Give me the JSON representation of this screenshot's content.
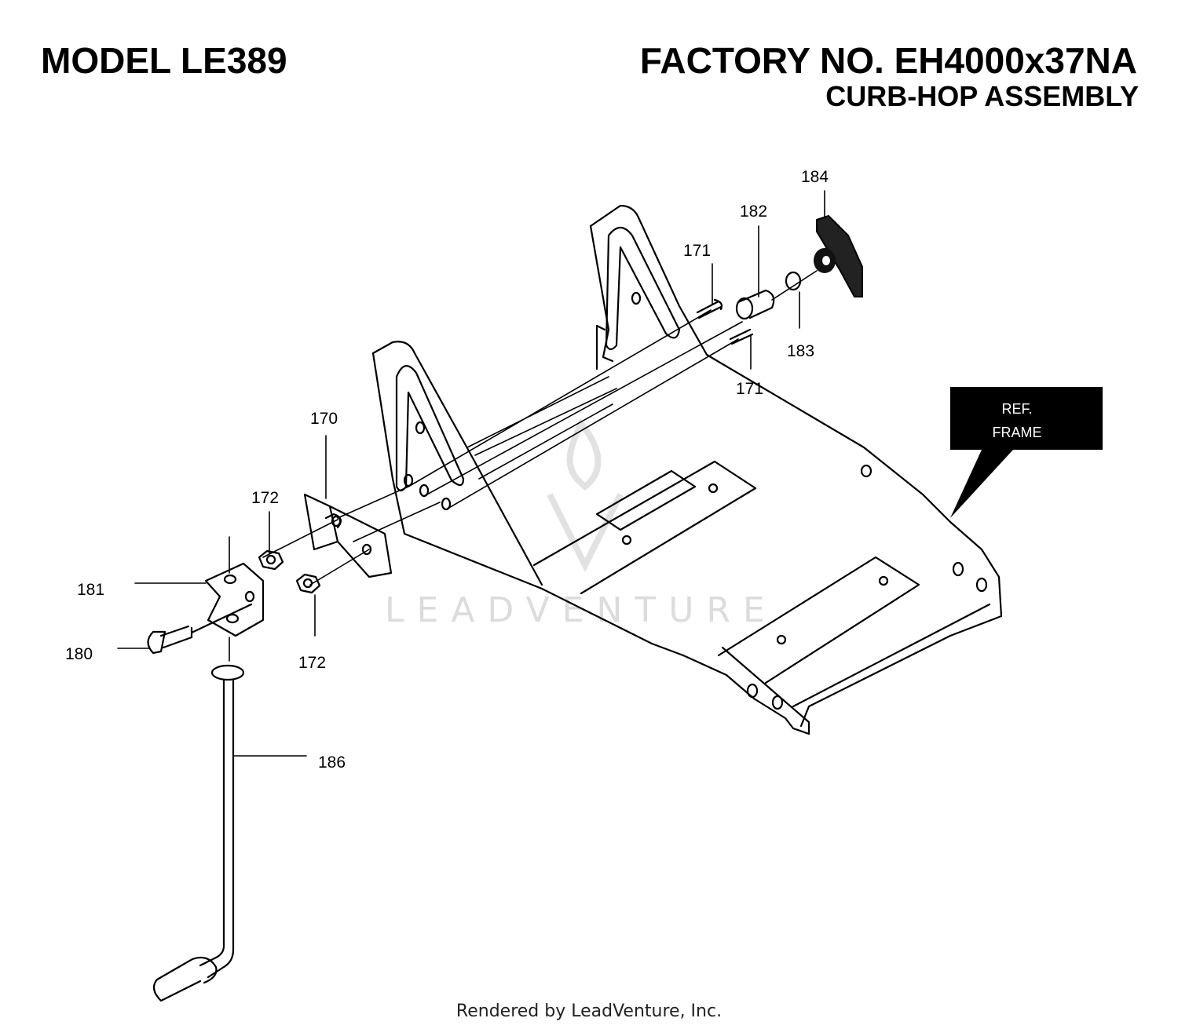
{
  "header": {
    "model": "MODEL LE389",
    "factory": "FACTORY NO. EH4000x37NA",
    "assembly": "CURB-HOP ASSEMBLY"
  },
  "callouts": {
    "c184": "184",
    "c182": "182",
    "c171a": "171",
    "c183": "183",
    "c171b": "171",
    "c170": "170",
    "c172a": "172",
    "c181": "181",
    "c180": "180",
    "c172b": "172",
    "c186": "186"
  },
  "ref_box": {
    "line1": "REF.",
    "line2": "FRAME"
  },
  "watermark": "LEADVENTURE",
  "footer": "Rendered by LeadVenture, Inc."
}
